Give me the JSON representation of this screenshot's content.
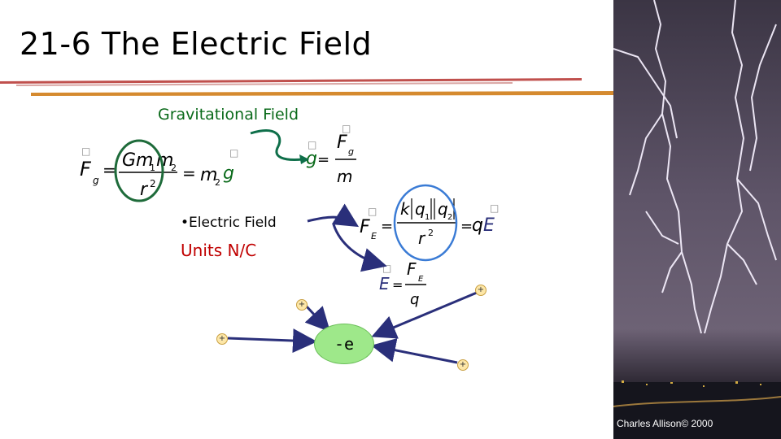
{
  "slide": {
    "title": "21-6 The Electric Field",
    "gravitational_label": "Gravitational Field",
    "electric_label": "•Electric Field",
    "units_label": "Units N/C"
  },
  "equations": {
    "gravity_force": "Fg = Gm1m2 / r² = m2g",
    "gravity_field": "g = Fg / m",
    "electric_force": "FE = k|q1||q2| / r² = qE",
    "electric_field": "E = FE / q"
  },
  "diagram": {
    "electron_label": "-e",
    "positive_charge_symbol": "+",
    "positive_charge_count": 4
  },
  "photo": {
    "credit": "Charles Allison© 2000",
    "description_icon": "lightning-photo"
  },
  "colors": {
    "title_underline_red": "#c0504d",
    "title_underline_orange": "#d58a2f",
    "grav_label": "#0a6a1a",
    "units_label": "#c00000",
    "green_ellipse": "#1e6b3a",
    "blue_ellipse": "#3a7bd5",
    "arrow_navy": "#2a2f7a",
    "arrow_teal": "#0f6f4a",
    "electron_fill": "#9ee88a"
  }
}
